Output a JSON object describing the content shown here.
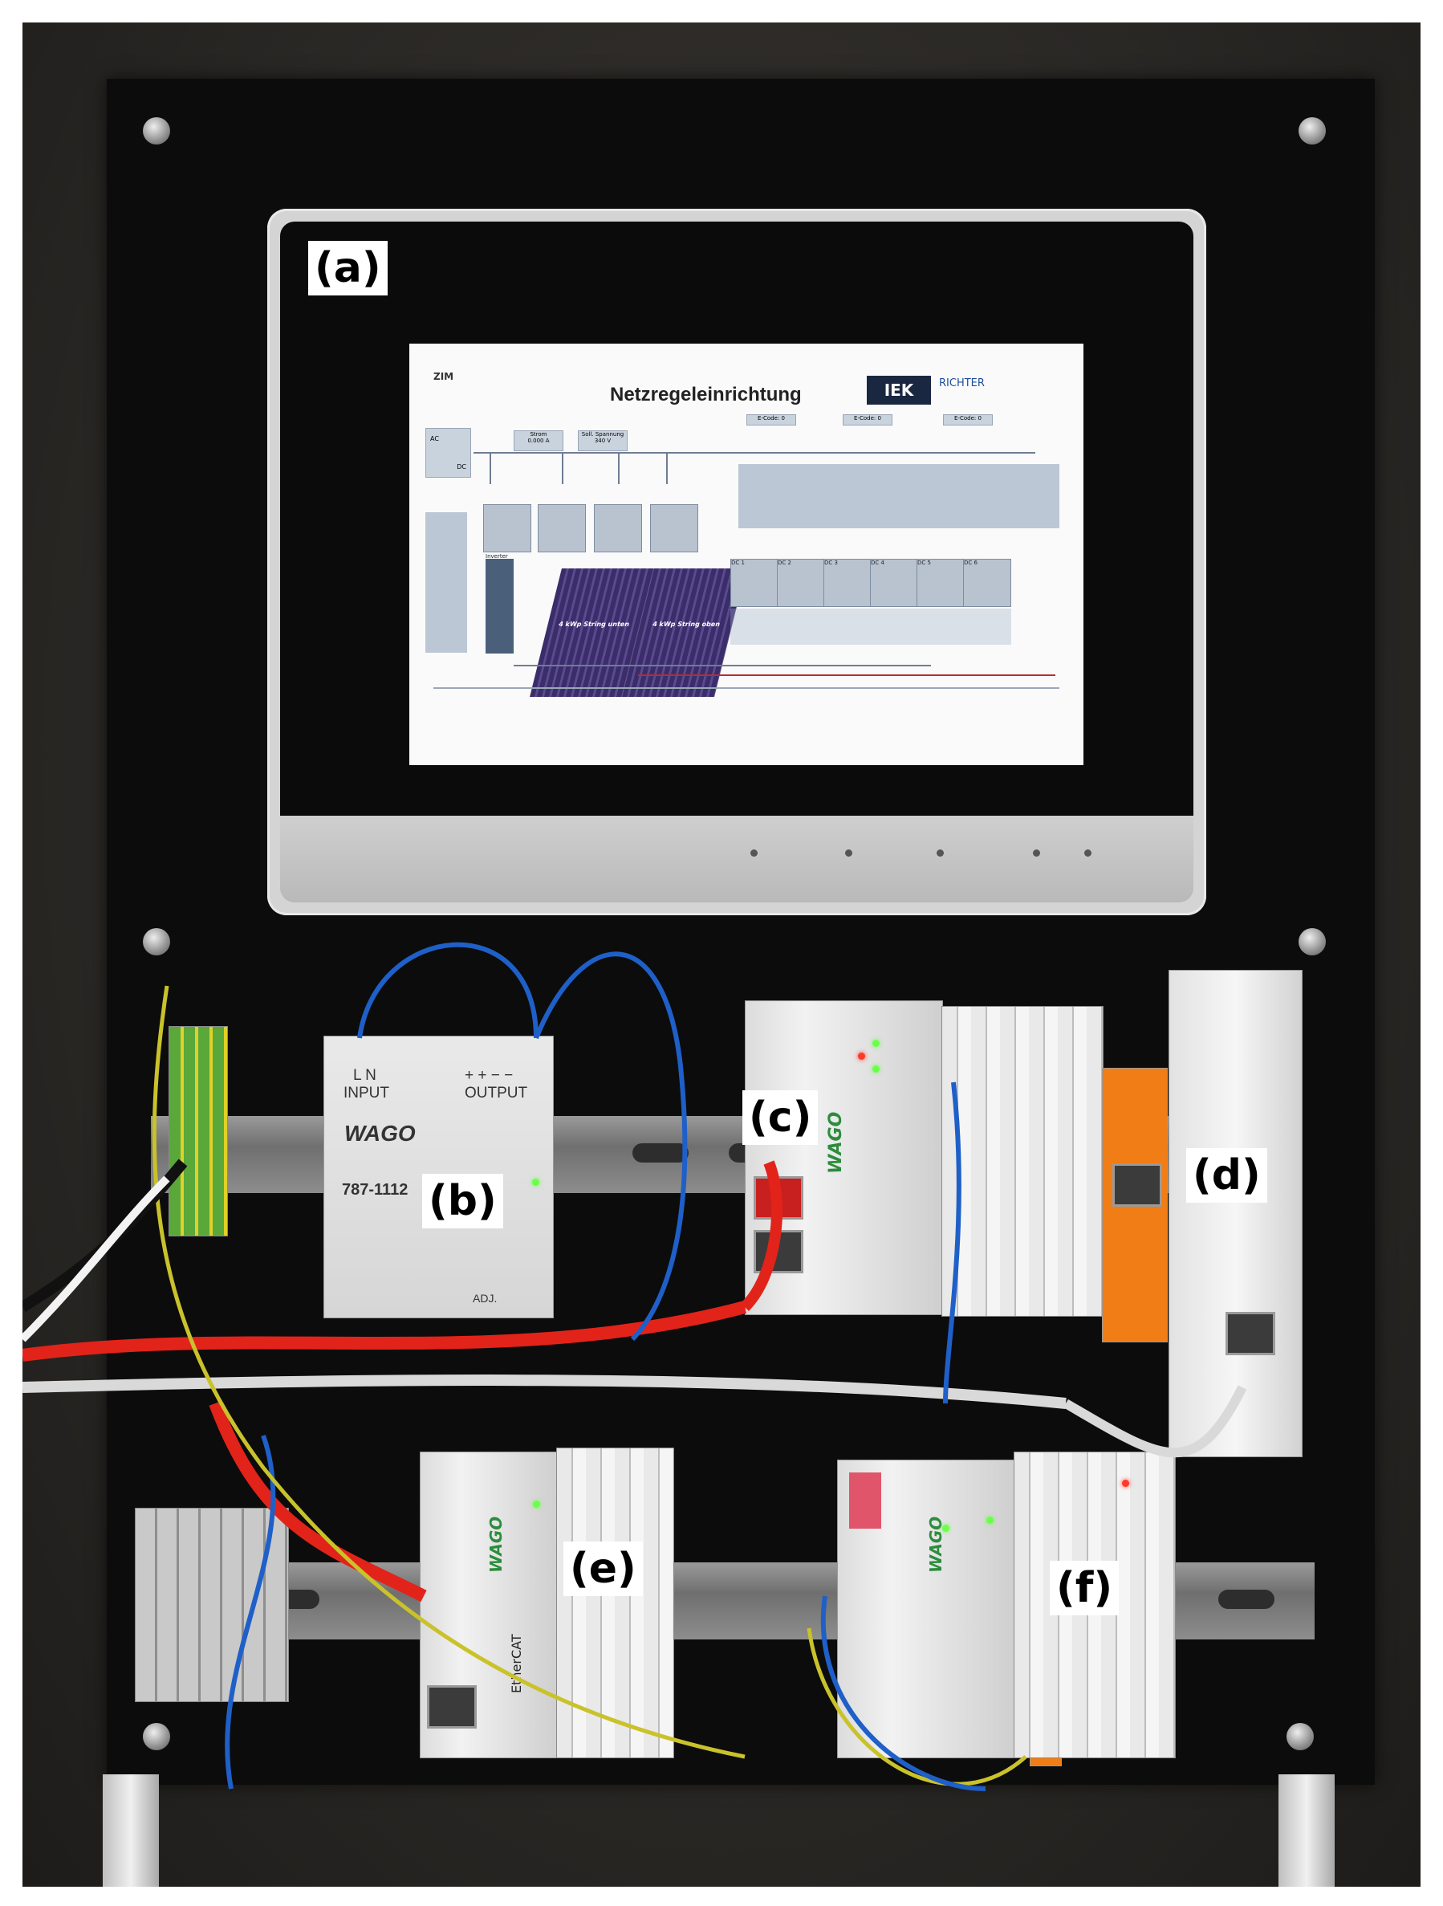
{
  "labels": {
    "a": "(a)",
    "b": "(b)",
    "c": "(c)",
    "d": "(d)",
    "e": "(e)",
    "f": "(f)"
  },
  "screen": {
    "title": "Netzregeleinrichtung",
    "logo_left": "ZIM",
    "logo_iek": "IEK",
    "logo_richter": "RICHTER",
    "solar_left": "4 kWp String unten",
    "solar_right": "4 kWp String oben",
    "dc_units": [
      "DC 1",
      "DC 2",
      "DC 3",
      "DC 4",
      "DC 5",
      "DC 6"
    ],
    "ecode": [
      "E-Code: 0",
      "E-Code: 0",
      "E-Code: 0"
    ],
    "strom_label": "Strom",
    "strom_value": "0.000 A",
    "spannung_label": "Soll. Spannung",
    "spannung_value": "340 V",
    "ac_label": "AC",
    "dc_label": "DC",
    "inverter_label": "Inverter"
  },
  "psu": {
    "brand": "WAGO",
    "model": "787-1112",
    "input": "INPUT",
    "output": "OUTPUT",
    "ln": "L  N",
    "pm": "+ +  − −",
    "adj": "ADJ."
  },
  "controller": {
    "brand": "WAGO"
  },
  "coupler_e": {
    "brand": "WAGO",
    "protocol": "EtherCAT"
  },
  "coupler_f": {
    "brand": "WAGO"
  },
  "colors": {
    "background": "#ffffff",
    "panel": "#0c0c0c",
    "wire_red": "#e2231a",
    "wire_blue": "#1f5fc8",
    "wire_yellow_green": "#c9c22a",
    "module_orange": "#f07d16"
  }
}
